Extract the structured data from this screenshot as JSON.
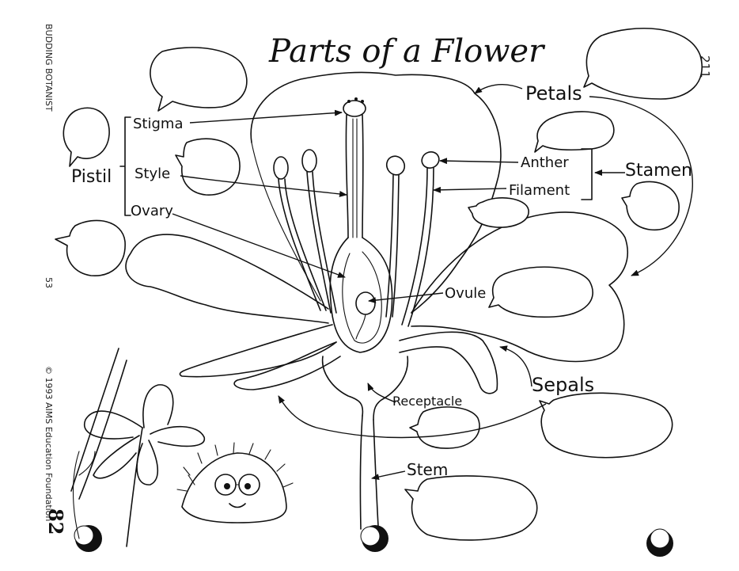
{
  "title": "Parts of a Flower",
  "page_number": "211",
  "side_text": {
    "series": "BUDDING BOTANIST",
    "page": "53",
    "copyright": "© 1993 AIMS Education Foundation",
    "handwritten": "82"
  },
  "labels": {
    "pistil": "Pistil",
    "stigma": "Stigma",
    "style": "Style",
    "ovary": "Ovary",
    "petals": "Petals",
    "anther": "Anther",
    "filament": "Filament",
    "stamen": "Stamen",
    "ovule": "Ovule",
    "sepals": "Sepals",
    "receptacle": "Receptacle",
    "stem": "Stem"
  }
}
